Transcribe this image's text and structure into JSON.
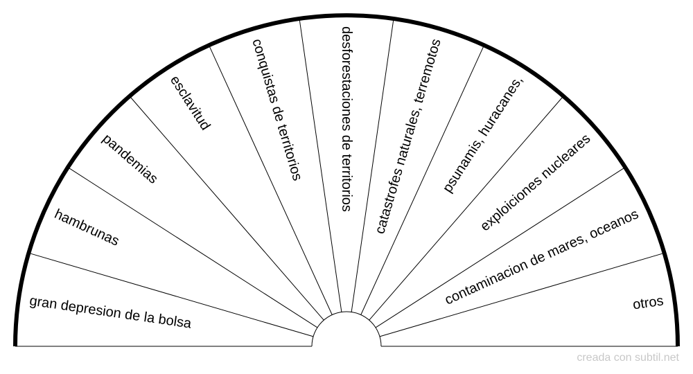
{
  "pendulum_chart": {
    "segments": [
      "gran depresion de la bolsa",
      "hambrunas",
      "pandemias",
      "esclavitud",
      "conquistas de territorios",
      "desforestaciones de territorios",
      "catastrofes naturales, terremotos",
      "psunamis, huracanes,",
      "exploiciones nucleares",
      "contaminacion de mares, oceanos",
      "otros"
    ],
    "outline_color": "#000000",
    "background_color": "#ffffff"
  },
  "footer": {
    "credit": "creada con subtil.net",
    "color": "#c8c8c8"
  }
}
